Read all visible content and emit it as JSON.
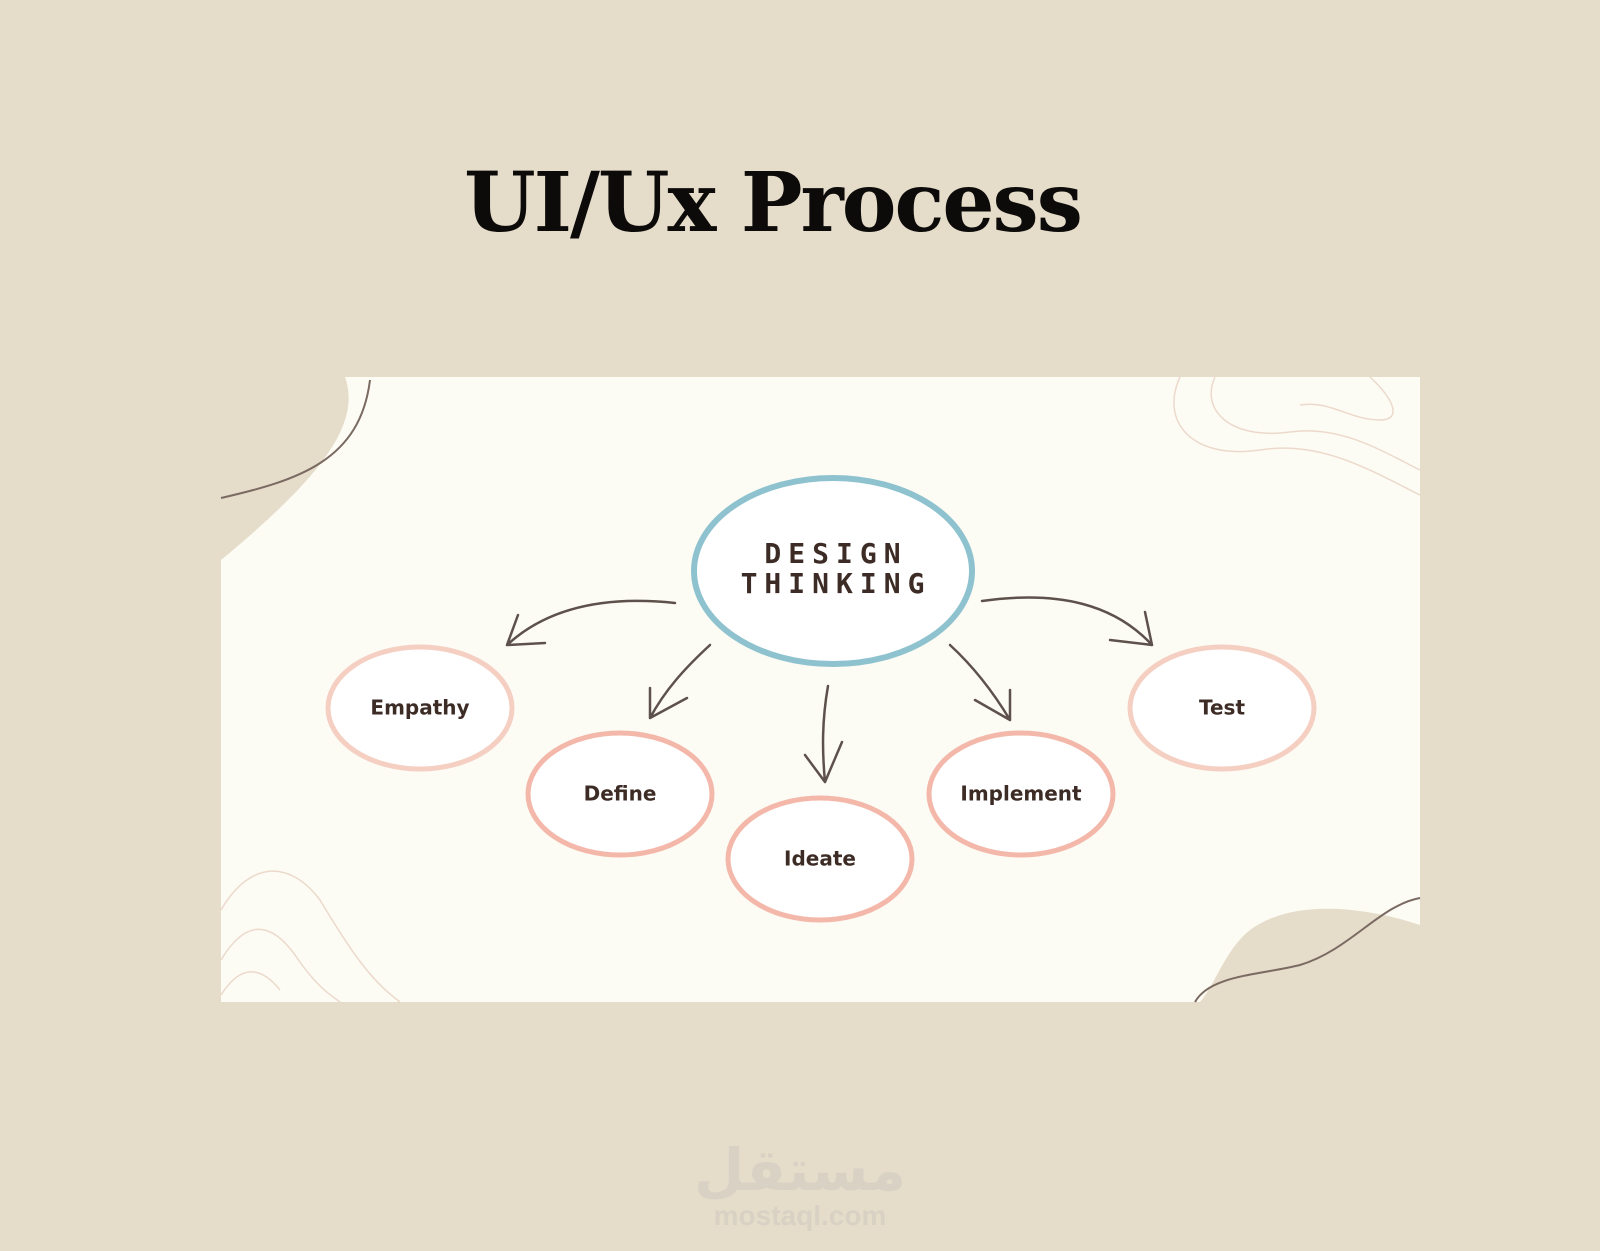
{
  "title": "UI/Ux Process",
  "diagram": {
    "center": {
      "line1": "DESIGN",
      "line2": "THINKING"
    },
    "nodes": [
      "Empathy",
      "Define",
      "Ideate",
      "Implement",
      "Test"
    ],
    "colors": {
      "center_ring": "#8fc2cf",
      "node_ring": "#f4b8aa",
      "panel": "#fcfcf4",
      "background": "#e5dcca"
    }
  },
  "watermark": {
    "arabic": "مستقل",
    "latin": "mostaql.com"
  }
}
